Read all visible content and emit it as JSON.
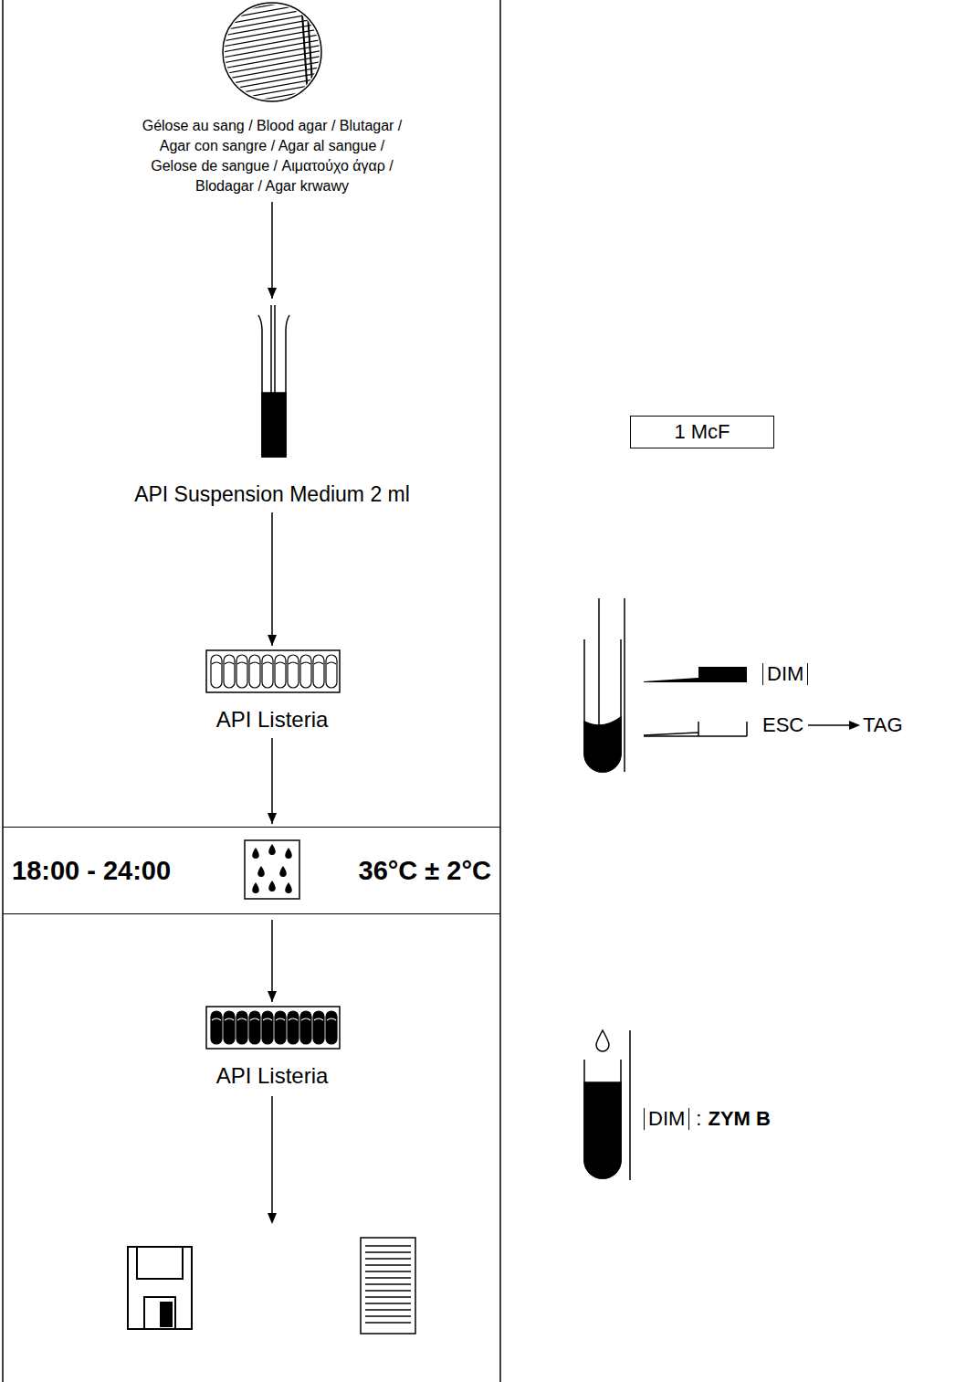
{
  "diagram": {
    "nodes": [
      {
        "text": [
          "Gélose au sang / Blood agar / Blutagar / Agar con sangre / Agar al sangue / Gelose de sangue / Αιματούχο άγαρ / Blodagar / Agar krwawy"
        ]
      },
      {
        "text": [
          "API Suspension Medium 2 ml"
        ]
      },
      {
        "text": [
          "API Listeria"
        ]
      },
      {
        "text": [
          "18:00 - 24:00",
          "36°C ± 2°C"
        ]
      },
      {
        "text": [
          "API Listeria"
        ]
      },
      {
        "text": [
          "1 McF"
        ]
      }
    ],
    "edges": [
      {
        "from": 0,
        "to": 1,
        "arrow": "to"
      },
      {
        "from": 1,
        "to": 2,
        "arrow": "to"
      },
      {
        "from": 2,
        "to": 3,
        "arrow": "to"
      },
      {
        "from": 3,
        "to": 4,
        "arrow": "to"
      }
    ],
    "labels": [
      "DIM",
      "ESC",
      "TAG",
      "DIM",
      ":",
      "ZYM B"
    ]
  }
}
